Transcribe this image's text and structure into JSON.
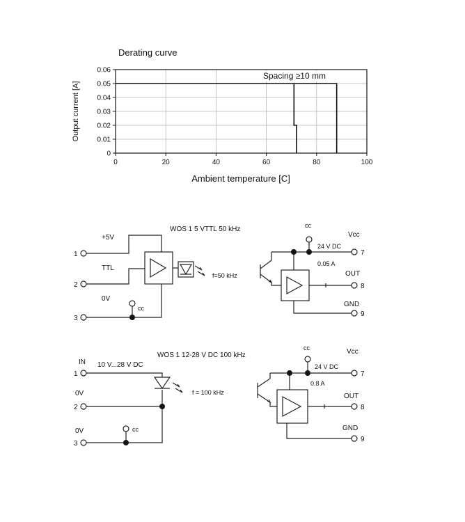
{
  "chart_data": {
    "type": "line",
    "title": "Derating curve",
    "xlabel": "Ambient temperature [C]",
    "ylabel": "Output current [A]",
    "xlim": [
      0,
      100
    ],
    "ylim": [
      0,
      0.06
    ],
    "x_ticks": [
      0,
      20,
      40,
      60,
      80,
      100
    ],
    "y_ticks": [
      0,
      0.01,
      0.02,
      0.03,
      0.04,
      0.05,
      0.06
    ],
    "x_tick_labels": [
      "0",
      "20",
      "40",
      "60",
      "80",
      "100"
    ],
    "y_tick_labels": [
      "0",
      "0.01",
      "0.02",
      "0.03",
      "0.04",
      "0.05",
      "0.06"
    ],
    "grid": true,
    "annotation": "Spacing ≥10 mm",
    "series": [
      {
        "x": [
          0,
          71,
          71,
          72,
          72
        ],
        "y": [
          0.05,
          0.05,
          0.02,
          0.02,
          0
        ]
      },
      {
        "x": [
          71,
          88,
          88
        ],
        "y": [
          0.05,
          0.05,
          0
        ]
      }
    ]
  },
  "circuit1": {
    "title": "WOS 1 5 VTTL 50 kHz",
    "in_plus5": "+5V",
    "in_ttl": "TTL",
    "in_0v": "0V",
    "pin1": "1",
    "pin2": "2",
    "pin3": "3",
    "cc_left": "cc",
    "cc_top": "cc",
    "freq": "f=50 kHz",
    "supply": "24 V DC",
    "current": "0.05 A",
    "vcc": "Vcc",
    "pin7": "7",
    "out": "OUT",
    "pin8": "8",
    "gnd": "GND",
    "pin9": "9"
  },
  "circuit2": {
    "title": "WOS 1 12-28 V DC 100 kHz",
    "in": "IN",
    "in_range": "10 V...28 V DC",
    "in_0v_a": "0V",
    "in_0v_b": "0V",
    "pin1": "1",
    "pin2": "2",
    "pin3": "3",
    "cc_left": "cc",
    "cc_top": "cc",
    "freq": "f = 100 kHz",
    "supply": "24 V DC",
    "current": "0.8 A",
    "vcc": "Vcc",
    "pin7": "7",
    "out": "OUT",
    "pin8": "8",
    "gnd": "GND",
    "pin9": "9"
  }
}
